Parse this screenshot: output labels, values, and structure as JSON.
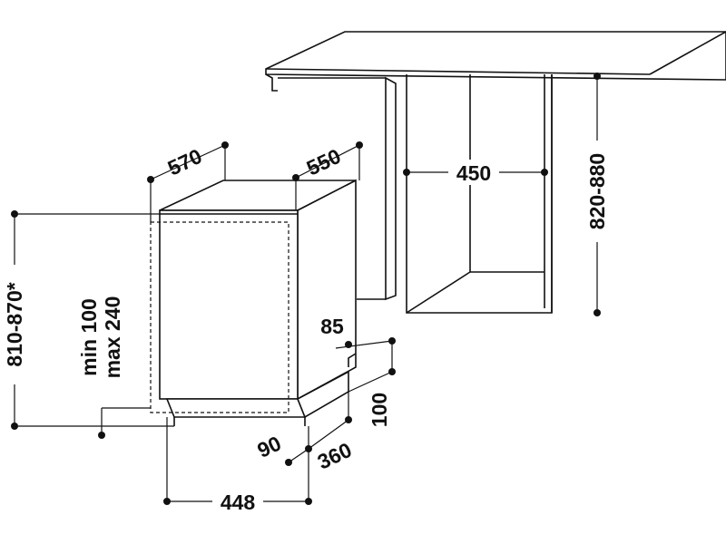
{
  "labels": {
    "niche_width": "450",
    "niche_height": "820-880",
    "appliance_depth": "570",
    "appliance_depth_inner": "550",
    "appliance_height": "810-870*",
    "plinth_range_min": "min 100",
    "plinth_range_max": "max 240",
    "door_offset": "85",
    "plinth_height": "100",
    "plinth_depth": "360",
    "plinth_offset": "90",
    "appliance_width": "448"
  }
}
